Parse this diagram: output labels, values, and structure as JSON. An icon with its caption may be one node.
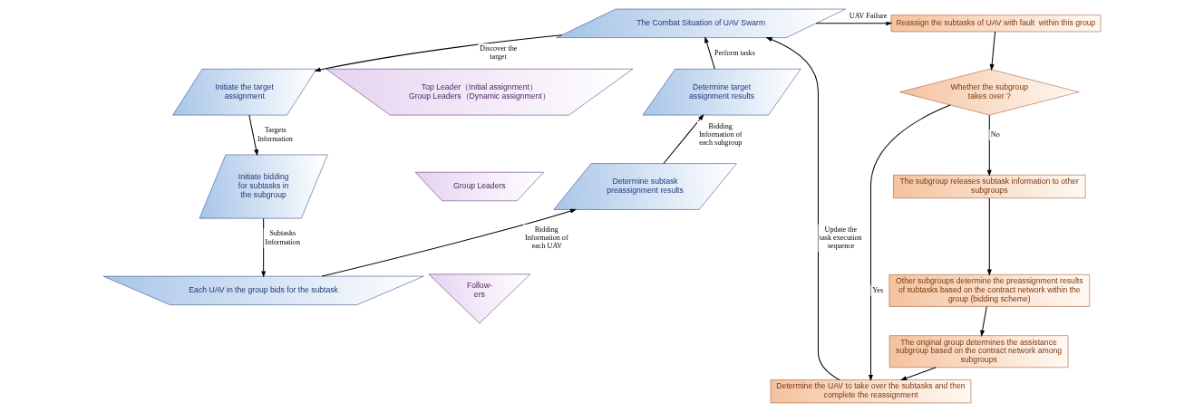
{
  "diagram": {
    "nodes": [
      {
        "text": [
          "The Combat Situation of UAV Swarm"
        ]
      },
      {
        "text": [
          "Initiate the target assignment"
        ]
      },
      {
        "text": [
          "Initiate bidding for subtasks in the subgroup"
        ]
      },
      {
        "text": [
          "Each UAV in the group bids for the subtask"
        ]
      },
      {
        "text": [
          "Determine subtask preassignment results"
        ]
      },
      {
        "text": [
          "Determine target assignment results"
        ]
      },
      {
        "text": [
          "Top Leader（Initial assignment） Group Leaders（Dynamic assignment）"
        ]
      },
      {
        "text": [
          "Group Leaders"
        ]
      },
      {
        "text": [
          "Follow- ers"
        ]
      },
      {
        "text": [
          "Reassign the subtasks of UAV with fault  within this group"
        ]
      },
      {
        "text": [
          "Whether the subgroup takes over ?"
        ]
      },
      {
        "text": [
          "The subgroup releases subtask information to other subgroups"
        ]
      },
      {
        "text": [
          "Other subgroups determine the preassignment results of subtasks based on the contract network within the group (bidding scheme)"
        ]
      },
      {
        "text": [
          "The original group determines the assistance subgroup based on the contract network among subgroups"
        ]
      },
      {
        "text": [
          "Determine the UAV to take over the subtasks and then complete the reassignment"
        ]
      }
    ],
    "edges": [
      {
        "from": 0,
        "to": 1,
        "arrow": "to",
        "label": "Discover the target"
      },
      {
        "from": 1,
        "to": 2,
        "arrow": "to",
        "label": "Targets Information"
      },
      {
        "from": 2,
        "to": 3,
        "arrow": "to",
        "label": "Subtasks Information"
      },
      {
        "from": 3,
        "to": 4,
        "arrow": "to",
        "label": "Bidding Information of each UAV"
      },
      {
        "from": 4,
        "to": 5,
        "arrow": "to",
        "label": "Bidding Information of each subgroup"
      },
      {
        "from": 5,
        "to": 0,
        "arrow": "to",
        "label": "Perform tasks"
      },
      {
        "from": 0,
        "to": 9,
        "arrow": "to",
        "label": "UAV Failure"
      },
      {
        "from": 9,
        "to": 10,
        "arrow": "to"
      },
      {
        "from": 10,
        "to": 11,
        "arrow": "to",
        "label": "No"
      },
      {
        "from": 11,
        "to": 12,
        "arrow": "to"
      },
      {
        "from": 12,
        "to": 13,
        "arrow": "to"
      },
      {
        "from": 13,
        "to": 14,
        "arrow": "to"
      },
      {
        "from": 10,
        "to": 14,
        "arrow": "to",
        "label": "Yes"
      },
      {
        "from": 14,
        "to": 0,
        "arrow": "to",
        "label": "Update the task execution sequence"
      }
    ]
  }
}
